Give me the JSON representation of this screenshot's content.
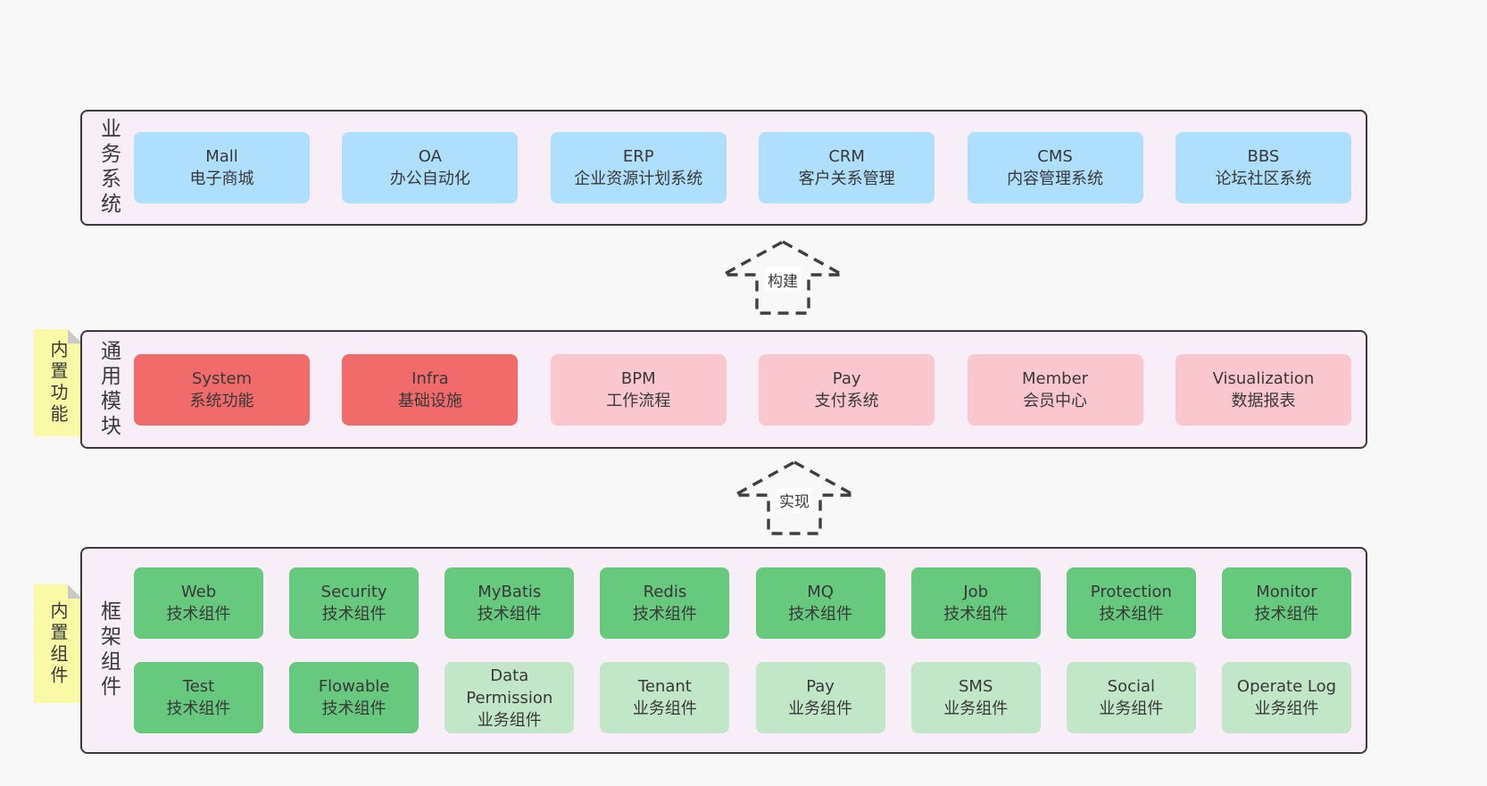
{
  "colors": {
    "page_bg": "#f8f8f8",
    "band_bg": "#f8eef7",
    "band_border": "#3a3a3a",
    "blue": "#aedffc",
    "red": "#f16b6b",
    "pink": "#fbc7cf",
    "green": "#67c97d",
    "light_green": "#c2e7c8",
    "sticky_yellow": "#fafaa6",
    "sticky_fold": "#c9c9c9",
    "text": "#383838"
  },
  "arrows": [
    {
      "label": "构建"
    },
    {
      "label": "实现"
    }
  ],
  "bands": [
    {
      "label": "业务系统",
      "rows": [
        [
          {
            "en": "Mall",
            "zh": "电子商城",
            "variant": "blue"
          },
          {
            "en": "OA",
            "zh": "办公自动化",
            "variant": "blue"
          },
          {
            "en": "ERP",
            "zh": "企业资源计划系统",
            "variant": "blue"
          },
          {
            "en": "CRM",
            "zh": "客户关系管理",
            "variant": "blue"
          },
          {
            "en": "CMS",
            "zh": "内容管理系统",
            "variant": "blue"
          },
          {
            "en": "BBS",
            "zh": "论坛社区系统",
            "variant": "blue"
          }
        ]
      ]
    },
    {
      "label": "通用模块",
      "sticky": "内置功能",
      "rows": [
        [
          {
            "en": "System",
            "zh": "系统功能",
            "variant": "red"
          },
          {
            "en": "Infra",
            "zh": "基础设施",
            "variant": "red"
          },
          {
            "en": "BPM",
            "zh": "工作流程",
            "variant": "pink"
          },
          {
            "en": "Pay",
            "zh": "支付系统",
            "variant": "pink"
          },
          {
            "en": "Member",
            "zh": "会员中心",
            "variant": "pink"
          },
          {
            "en": "Visualization",
            "zh": "数据报表",
            "variant": "pink"
          }
        ]
      ]
    },
    {
      "label": "框架组件",
      "sticky": "内置组件",
      "rows": [
        [
          {
            "en": "Web",
            "zh": "技术组件",
            "variant": "green"
          },
          {
            "en": "Security",
            "zh": "技术组件",
            "variant": "green"
          },
          {
            "en": "MyBatis",
            "zh": "技术组件",
            "variant": "green"
          },
          {
            "en": "Redis",
            "zh": "技术组件",
            "variant": "green"
          },
          {
            "en": "MQ",
            "zh": "技术组件",
            "variant": "green"
          },
          {
            "en": "Job",
            "zh": "技术组件",
            "variant": "green"
          },
          {
            "en": "Protection",
            "zh": "技术组件",
            "variant": "green"
          },
          {
            "en": "Monitor",
            "zh": "技术组件",
            "variant": "green"
          }
        ],
        [
          {
            "en": "Test",
            "zh": "技术组件",
            "variant": "green"
          },
          {
            "en": "Flowable",
            "zh": "技术组件",
            "variant": "green"
          },
          {
            "en": "Data Permission",
            "zh": "业务组件",
            "variant": "lightgreen"
          },
          {
            "en": "Tenant",
            "zh": "业务组件",
            "variant": "lightgreen"
          },
          {
            "en": "Pay",
            "zh": "业务组件",
            "variant": "lightgreen"
          },
          {
            "en": "SMS",
            "zh": "业务组件",
            "variant": "lightgreen"
          },
          {
            "en": "Social",
            "zh": "业务组件",
            "variant": "lightgreen"
          },
          {
            "en": "Operate Log",
            "zh": "业务组件",
            "variant": "lightgreen"
          }
        ]
      ]
    }
  ]
}
